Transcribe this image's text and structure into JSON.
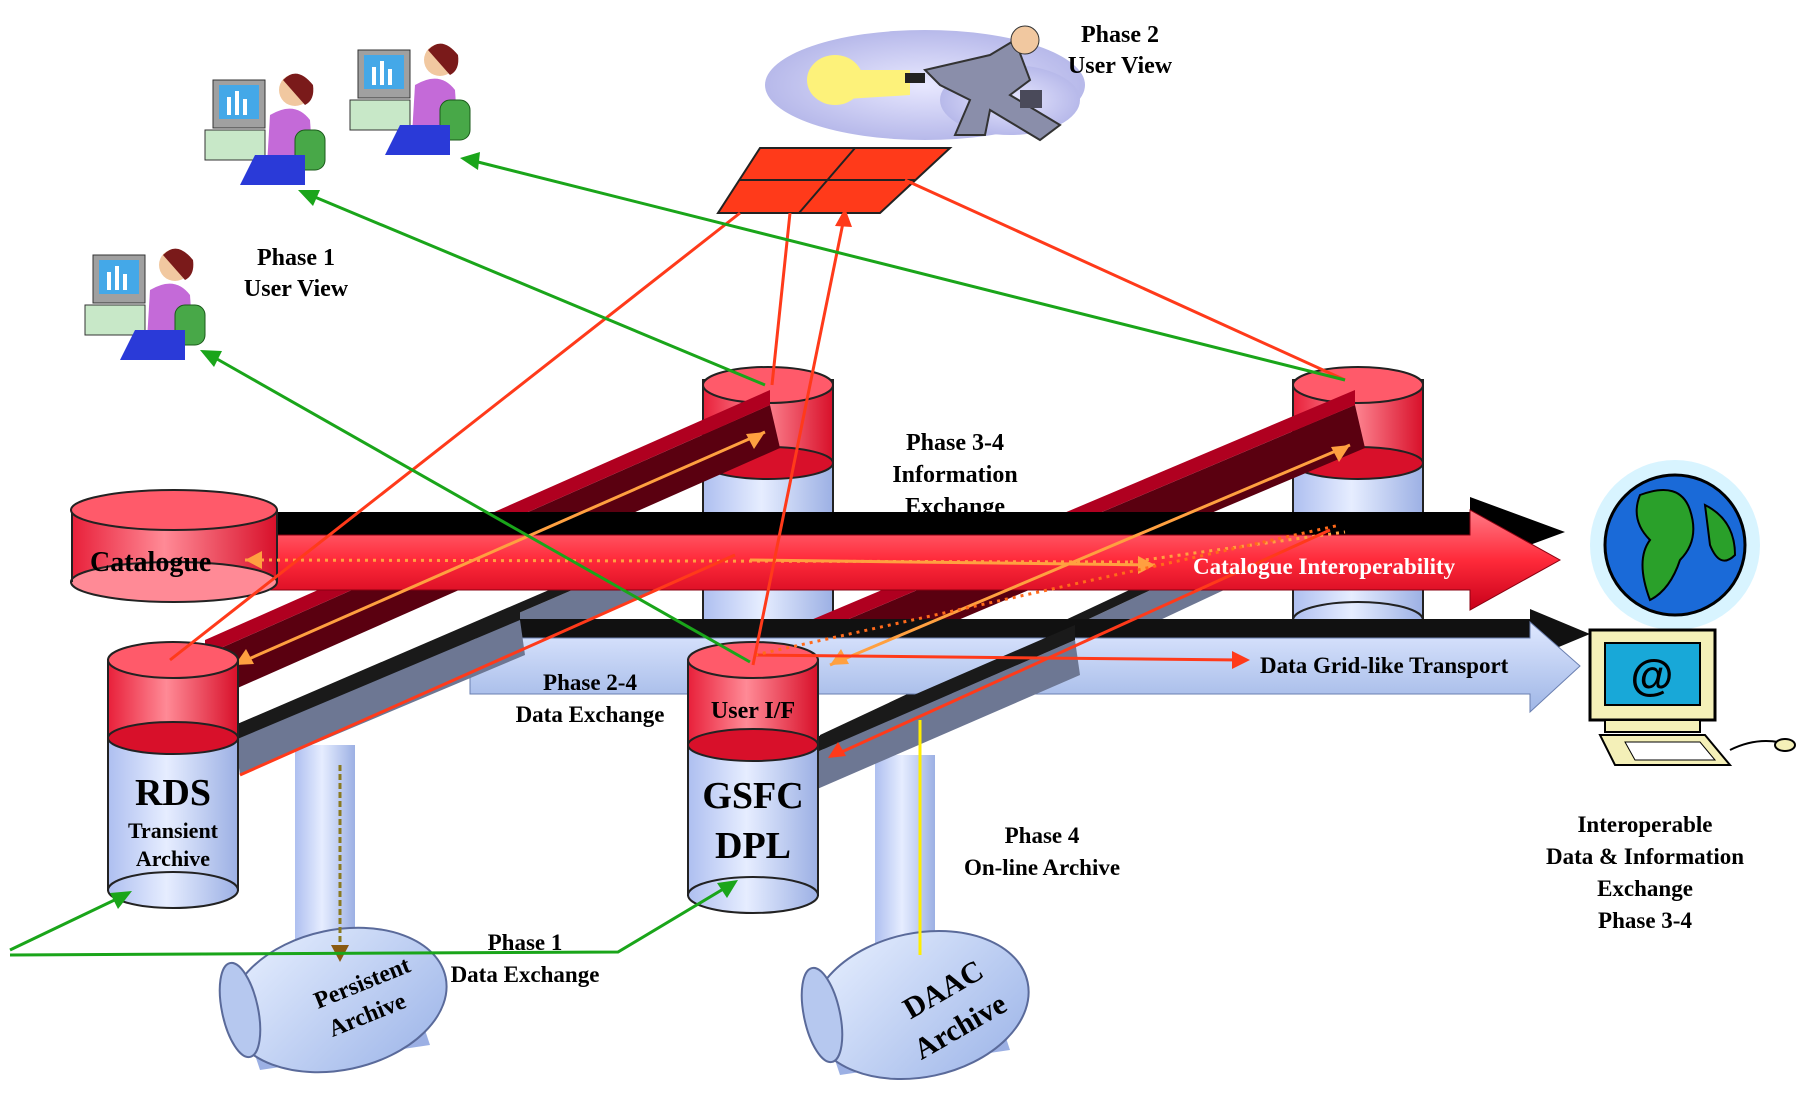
{
  "labels": {
    "phase2_user_view": [
      "Phase 2",
      "User View"
    ],
    "phase1_user_view": [
      "Phase 1",
      "User View"
    ],
    "phase34_info": [
      "Phase 3-4",
      "Information",
      "Exchange"
    ],
    "catalogue": "Catalogue",
    "catalogue_interop": "Catalogue Interoperability",
    "data_grid": "Data Grid-like Transport",
    "phase24_data": [
      "Phase 2-4",
      "Data Exchange"
    ],
    "user_if": "User I/F",
    "rds": "RDS",
    "rds_sub": [
      "Transient",
      "Archive"
    ],
    "gsfc": [
      "GSFC",
      "DPL"
    ],
    "phase4_online": [
      "Phase 4",
      "On-line Archive"
    ],
    "phase1_data": [
      "Phase 1",
      "Data Exchange"
    ],
    "persistent": [
      "Persistent",
      "Archive"
    ],
    "daac": [
      "DAAC",
      "Archive"
    ],
    "interoperable": [
      "Interoperable",
      "Data & Information",
      "Exchange",
      "Phase 3-4"
    ]
  },
  "colors": {
    "red_pipe": "#ff2a2a",
    "dark_red": "#7a0010",
    "blue_pipe": "#b6c8ef",
    "dark_band": "#1a1a1a",
    "green_arrow": "#1aa51a",
    "orange_arrow": "#ff4a1a",
    "db_top": "#ff3d4f",
    "db_body": "#c9d6f7"
  },
  "icons": [
    "user-at-computer-icon",
    "man-with-flashlight-icon",
    "globe-icon",
    "email-computer-icon",
    "database-cylinder-icon",
    "tape-archive-icon"
  ]
}
